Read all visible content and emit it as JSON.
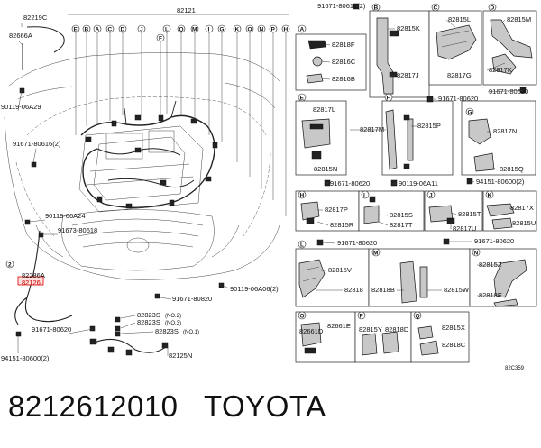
{
  "caption": {
    "part_number": "8212612010",
    "brand": "TOYOTA"
  },
  "figure_code": "82C359",
  "labels": {
    "p82121": "82121",
    "p82219C": "82219C",
    "p82666A": "82666A",
    "p90119_06A29": "90119-06A29",
    "p91671_80616_a": "91671-80616(2)",
    "p91671_80616_b": "91671-80616(2)",
    "p90119_06A24": "90119-06A24",
    "p91673_80618": "91673-80618",
    "p82286A": "82286A",
    "p82126": "82126",
    "p91671_80620_a": "91671-80620",
    "p94151_80600_a": "94151-80600(2)",
    "p91671_80820": "91671-80820",
    "p90119_06A06": "90119-06A06(2)",
    "p82823S_2": "82823S",
    "p82823S_3": "82823S",
    "p82823S_1": "82823S",
    "no2": "(NO.2)",
    "no3": "(NO.3)",
    "no1": "(NO.1)",
    "p82125N": "82125N",
    "p82818F": "82818F",
    "p82816C": "82816C",
    "p82816B": "82816B",
    "p82815K": "82815K",
    "p82817J": "82817J",
    "p82815L": "82815L",
    "p82817G": "82817G",
    "p82815M": "82815M",
    "p82817K": "82817K",
    "p91671_80620_b": "91671-80620",
    "p91671_80620_c": "91671-80620",
    "p82817L": "82817L",
    "p82815N": "82815N",
    "p82817M": "82817M",
    "p82815P": "82815P",
    "p82817N": "82817N",
    "p82815Q": "82815Q",
    "p91671_80620_d": "91671-80620",
    "p90119_06A11": "90119-06A11",
    "p94151_80600_b": "94151-80600(2)",
    "p82817P": "82817P",
    "p82815R": "82815R",
    "p82815S": "82815S",
    "p82817T": "82817T",
    "p82815T": "82815T",
    "p82817U": "82817U",
    "p82817X": "82817X",
    "p82815U": "82815U",
    "p91671_80620_e": "91671-80620",
    "p91671_80620_f": "91671-80620",
    "p82815V": "82815V",
    "p82818": "82818",
    "p82818B": "82818B",
    "p82815W": "82815W",
    "p82815Z": "82815Z",
    "p82818E": "82818E",
    "p82661E": "82661E",
    "p82661D": "82661D",
    "p82815Y": "82815Y",
    "p82818D": "82818D",
    "p82815X": "82815X",
    "p82818C": "82818C"
  },
  "connector_letters": [
    "E",
    "B",
    "A",
    "C",
    "D",
    "J",
    "F",
    "L",
    "Q",
    "M",
    "I",
    "G",
    "K",
    "O",
    "N",
    "P",
    "H"
  ],
  "panel_letters": [
    "A",
    "B",
    "C",
    "D",
    "E",
    "F",
    "G",
    "H",
    "I",
    "J",
    "K",
    "L",
    "M",
    "N",
    "O",
    "P",
    "Q"
  ],
  "circled_misc": {
    "c2": "2"
  }
}
